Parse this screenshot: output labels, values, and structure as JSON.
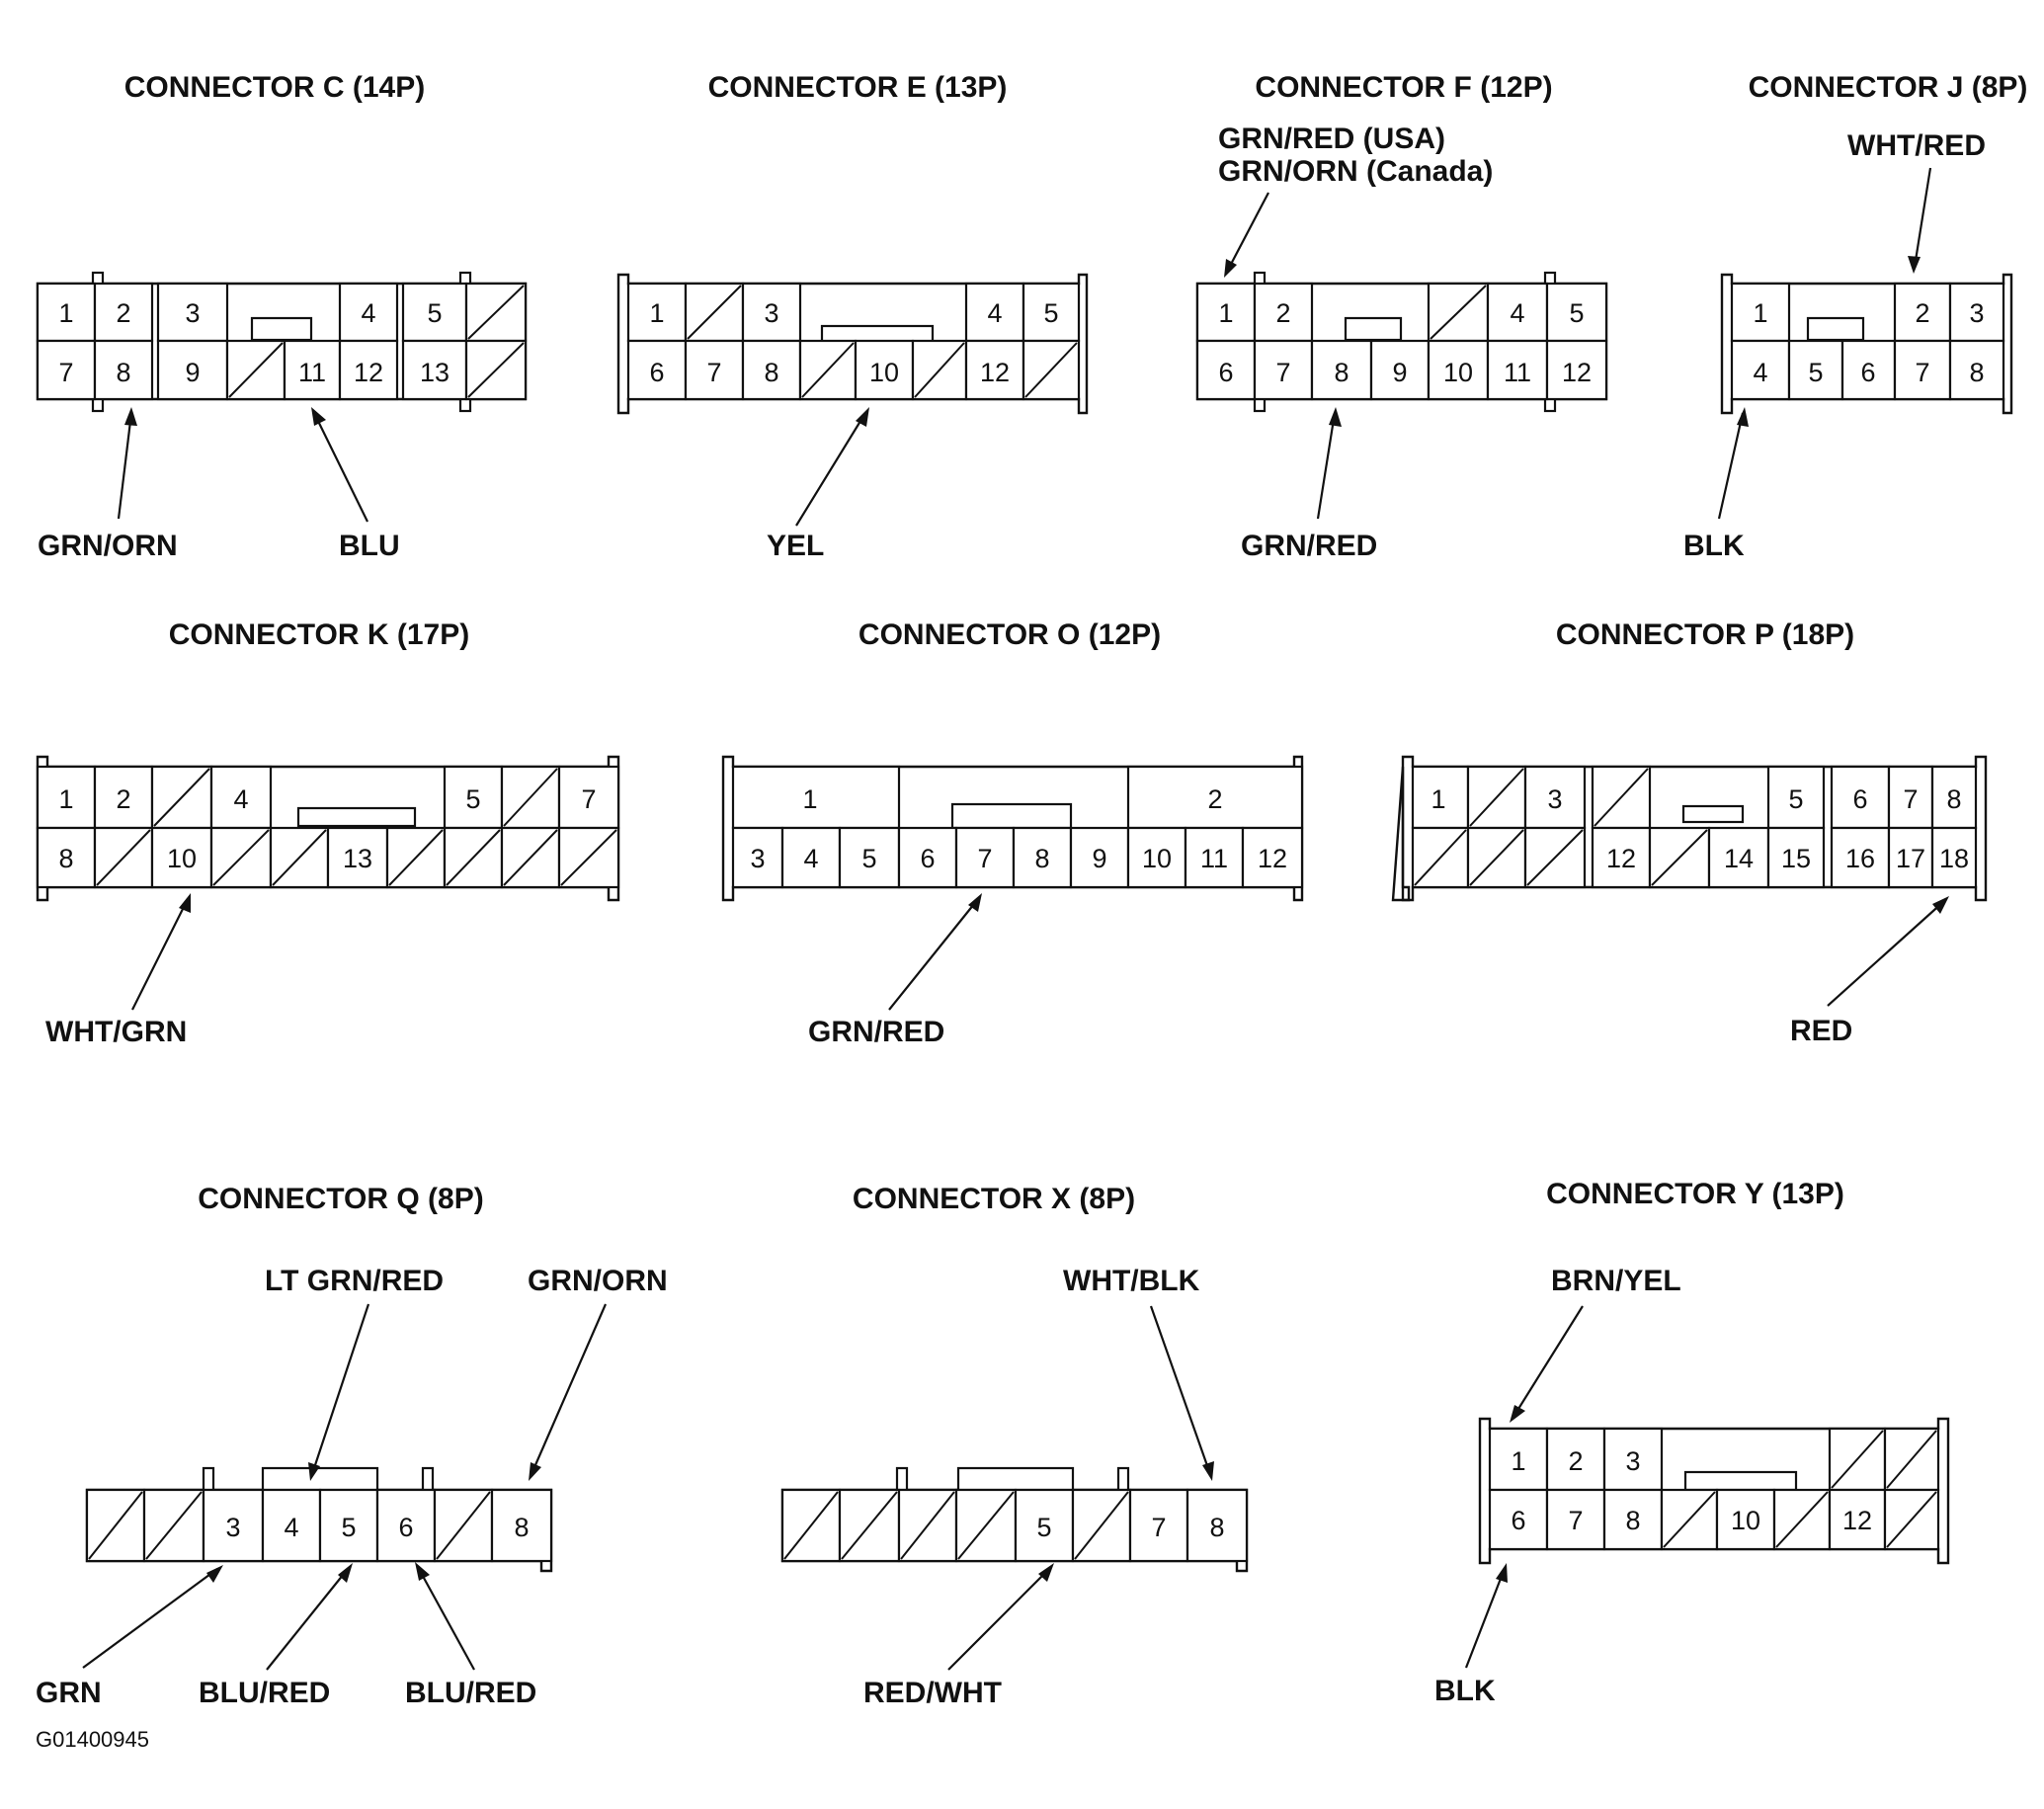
{
  "figure_code": "G01400945",
  "connectors": [
    {
      "id": "C",
      "title": "CONNECTOR C (14P)",
      "pins": [
        "1",
        "2",
        "3",
        "4",
        "5",
        "7",
        "8",
        "9",
        "11",
        "12",
        "13"
      ],
      "callouts": [
        {
          "label": "GRN/ORN",
          "pin": "8"
        },
        {
          "label": "BLU",
          "pin": "11"
        }
      ]
    },
    {
      "id": "E",
      "title": "CONNECTOR E (13P)",
      "pins": [
        "1",
        "3",
        "4",
        "5",
        "6",
        "7",
        "8",
        "10",
        "12"
      ],
      "callouts": [
        {
          "label": "YEL",
          "pin": "10"
        }
      ]
    },
    {
      "id": "F",
      "title": "CONNECTOR F (12P)",
      "pins": [
        "1",
        "2",
        "4",
        "5",
        "6",
        "7",
        "8",
        "9",
        "10",
        "11",
        "12"
      ],
      "callouts": [
        {
          "label": "GRN/RED (USA)",
          "label2": "GRN/ORN (Canada)",
          "pin": "1"
        },
        {
          "label": "GRN/RED",
          "pin": "8"
        }
      ]
    },
    {
      "id": "J",
      "title": "CONNECTOR J (8P)",
      "pins": [
        "1",
        "2",
        "3",
        "4",
        "5",
        "6",
        "7",
        "8"
      ],
      "callouts": [
        {
          "label": "WHT/RED",
          "pin": "2"
        },
        {
          "label": "BLK",
          "pin": "4"
        }
      ]
    },
    {
      "id": "K",
      "title": "CONNECTOR K (17P)",
      "pins": [
        "1",
        "2",
        "4",
        "5",
        "7",
        "8",
        "10",
        "13"
      ],
      "callouts": [
        {
          "label": "WHT/GRN",
          "pin": "10"
        }
      ]
    },
    {
      "id": "O",
      "title": "CONNECTOR O (12P)",
      "pins": [
        "1",
        "2",
        "3",
        "4",
        "5",
        "6",
        "7",
        "8",
        "9",
        "10",
        "11",
        "12"
      ],
      "callouts": [
        {
          "label": "GRN/RED",
          "pin": "7"
        }
      ]
    },
    {
      "id": "P",
      "title": "CONNECTOR P (18P)",
      "pins": [
        "1",
        "3",
        "5",
        "6",
        "7",
        "8",
        "12",
        "14",
        "15",
        "16",
        "17",
        "18"
      ],
      "callouts": [
        {
          "label": "RED",
          "pin": "18"
        }
      ]
    },
    {
      "id": "Q",
      "title": "CONNECTOR Q (8P)",
      "pins": [
        "3",
        "4",
        "5",
        "6",
        "8"
      ],
      "callouts": [
        {
          "label": "LT GRN/RED",
          "pin": "4"
        },
        {
          "label": "GRN/ORN",
          "pin": "8"
        },
        {
          "label": "GRN",
          "pin": "3"
        },
        {
          "label": "BLU/RED",
          "pin": "5"
        },
        {
          "label": "BLU/RED",
          "pin": "6"
        }
      ]
    },
    {
      "id": "X",
      "title": "CONNECTOR X (8P)",
      "pins": [
        "5",
        "7",
        "8"
      ],
      "callouts": [
        {
          "label": "WHT/BLK",
          "pin": "8"
        },
        {
          "label": "RED/WHT",
          "pin": "5"
        }
      ]
    },
    {
      "id": "Y",
      "title": "CONNECTOR Y (13P)",
      "pins": [
        "1",
        "2",
        "3",
        "6",
        "7",
        "8",
        "10",
        "12"
      ],
      "callouts": [
        {
          "label": "BRN/YEL",
          "pin": "1"
        },
        {
          "label": "BLK",
          "pin": "6"
        }
      ]
    }
  ]
}
